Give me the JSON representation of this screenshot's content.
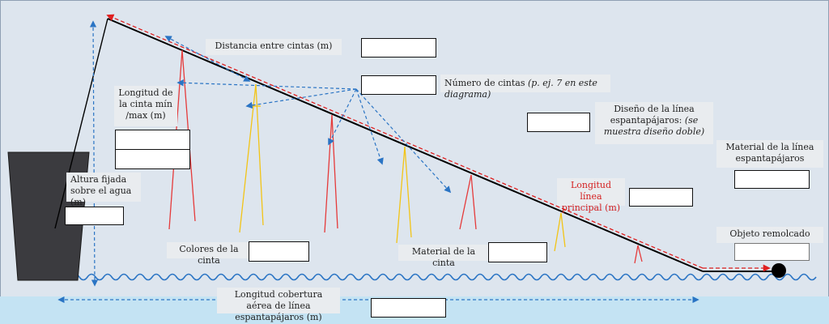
{
  "labels": {
    "distance_between_streamers": "Distancia entre cintas (m)",
    "number_of_streamers": "Número de cintas",
    "number_of_streamers_note": "(p. ej. 7 en este diagrama)",
    "streamer_length": "Longitud de la cinta mín /max (m)",
    "line_design": "Diseño de la línea espantapájaros:",
    "line_design_note": "(se muestra diseño doble)",
    "line_material": "Material de la línea espantapájaros",
    "attachment_height": "Altura fijada sobre el agua (m)",
    "main_line_length": "Longitud línea principal (m)",
    "towed_object": "Objeto remolcado",
    "streamer_colors": "Colores de la cinta",
    "streamer_material": "Material de la cinta",
    "aerial_coverage": "Longitud cobertura aérea de línea espantapájaros (m)"
  },
  "colors": {
    "background": "#dde5ee",
    "water": "#c4e3f3",
    "vessel": "#3b3b3f",
    "main_line": "#000000",
    "streamer_red": "#e53a3a",
    "streamer_yellow": "#f2c416",
    "arrow_blue": "#2a74c4",
    "dashed_red": "#e02020",
    "highlight_label": "#d42020"
  }
}
